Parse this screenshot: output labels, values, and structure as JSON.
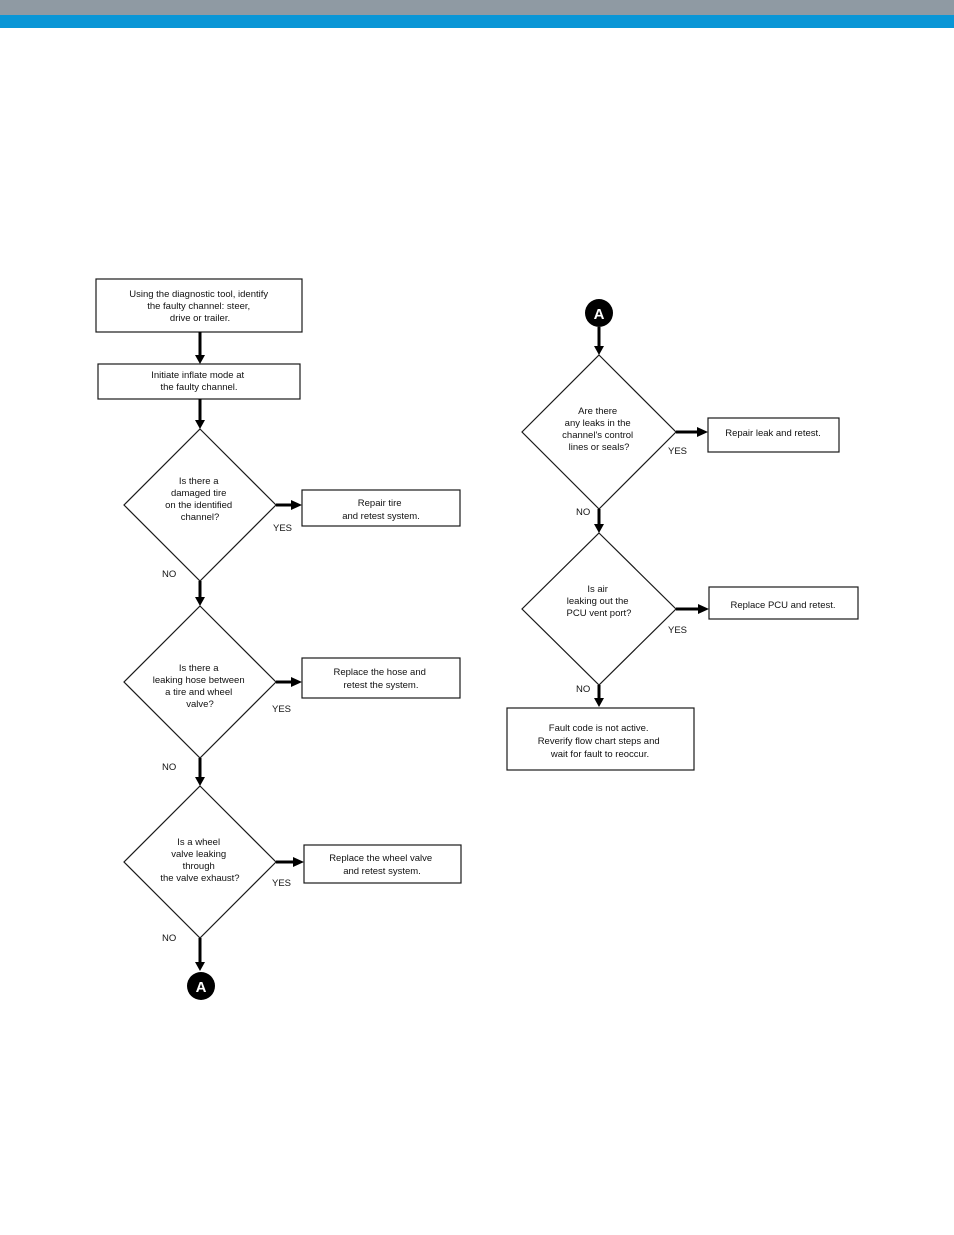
{
  "colors": {
    "header_gray": "#8f9aa3",
    "header_blue": "#0a96d6",
    "stroke": "#1a1a1a"
  },
  "edge_labels": {
    "yes": "YES",
    "no": "NO"
  },
  "connector": {
    "label": "A"
  },
  "left": {
    "start": {
      "lines": [
        "Using the diagnostic tool, identify",
        "the faulty channel: steer,",
        "drive or trailer."
      ]
    },
    "inflate": {
      "lines": [
        "Initiate inflate mode at",
        "the faulty channel."
      ]
    },
    "q_tire": {
      "lines": [
        "Is there a",
        "damaged tire",
        "on the identified",
        "channel?"
      ]
    },
    "a_tire": {
      "lines": [
        "Repair tire",
        "and retest system."
      ]
    },
    "q_hose": {
      "lines": [
        "Is there a",
        "leaking hose between",
        "a tire and wheel",
        "valve?"
      ]
    },
    "a_hose": {
      "lines": [
        "Replace the hose and",
        "retest the system."
      ]
    },
    "q_valve": {
      "lines": [
        "Is a wheel",
        "valve leaking",
        "through",
        "the valve exhaust?"
      ]
    },
    "a_valve": {
      "lines": [
        "Replace the wheel valve",
        "and retest system."
      ]
    }
  },
  "right": {
    "q_leaks": {
      "lines": [
        "Are there",
        "any leaks in the",
        "channel's control",
        "lines or seals?"
      ]
    },
    "a_leaks": {
      "lines": [
        "Repair leak and retest."
      ]
    },
    "q_pcu": {
      "lines": [
        "Is air",
        "leaking out the",
        "PCU vent port?"
      ]
    },
    "a_pcu": {
      "lines": [
        "Replace PCU and retest."
      ]
    },
    "end": {
      "lines": [
        "Fault code is not active.",
        "Reverify flow chart steps and",
        "wait for fault to reoccur."
      ]
    }
  }
}
